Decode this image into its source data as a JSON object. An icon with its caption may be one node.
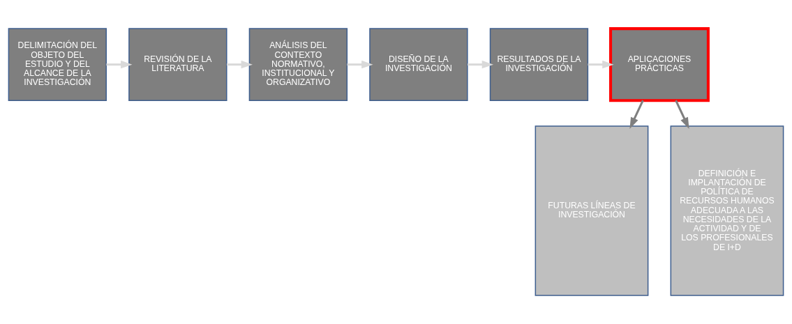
{
  "diagram": {
    "nodes": [
      {
        "text": [
          "DELIMITACIÓN DEL OBJETO DEL ESTUDIO Y DEL ALCANCE DE LA INVESTIGACIÓN"
        ]
      },
      {
        "text": [
          "REVISIÓN DE LA LITERATURA"
        ]
      },
      {
        "text": [
          "ANÁLISIS DEL CONTEXTO NORMATIVO, INSTITUCIONAL Y ORGANIZATIVO"
        ]
      },
      {
        "text": [
          "DISEÑO DE LA INVESTIGACIÓN"
        ]
      },
      {
        "text": [
          "RESULTADOS DE LA INVESTIGACIÓN"
        ]
      },
      {
        "text": [
          "APLICACIONES PRÁCTICAS"
        ]
      },
      {
        "text": [
          "FUTURAS LÍNEAS DE INVESTIGACIÓN"
        ]
      },
      {
        "text": [
          "DEFINICIÓN E IMPLANTACIÓN DE POLÍTICA DE RECURSOS HUMANOS ADECUADA A LAS NECESIDADES DE LA ACTIVIDAD Y DE LOS PROFESIONALES DE I+D"
        ]
      }
    ],
    "edges": [
      {
        "from": 0,
        "to": 1,
        "arrow": "to"
      },
      {
        "from": 1,
        "to": 2,
        "arrow": "to"
      },
      {
        "from": 2,
        "to": 3,
        "arrow": "to"
      },
      {
        "from": 3,
        "to": 4,
        "arrow": "to"
      },
      {
        "from": 4,
        "to": 5,
        "arrow": "to"
      },
      {
        "from": 5,
        "to": 6,
        "arrow": "to",
        "color": "#7f7f7f"
      },
      {
        "from": 5,
        "to": 7,
        "arrow": "to",
        "color": "#7f7f7f"
      }
    ]
  }
}
